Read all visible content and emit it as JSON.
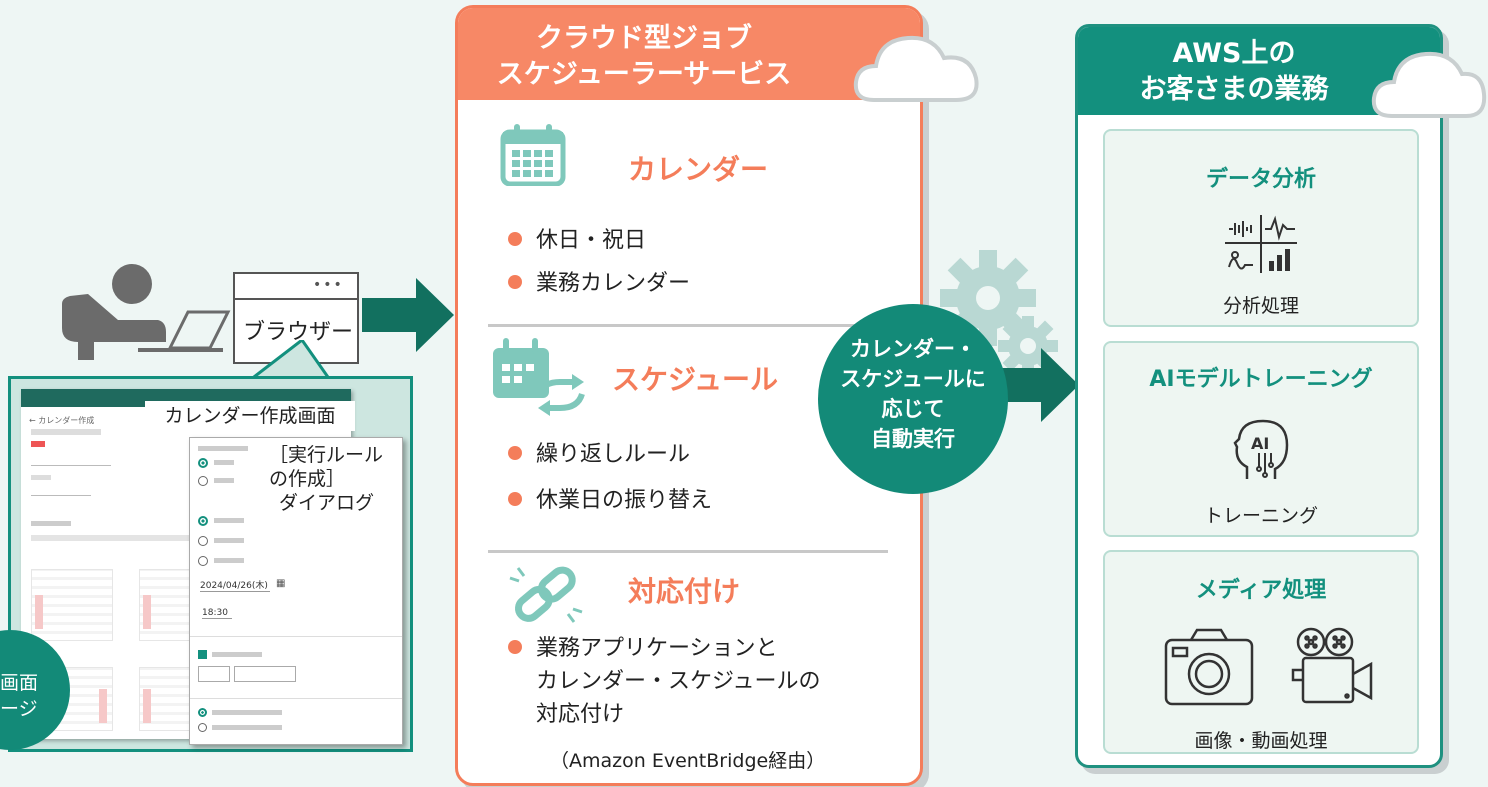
{
  "middle": {
    "title_line1": "クラウド型ジョブ",
    "title_line2": "スケジューラーサービス",
    "calendar": {
      "title": "カレンダー",
      "items": [
        "休日・祝日",
        "業務カレンダー"
      ]
    },
    "schedule": {
      "title": "スケジュール",
      "items": [
        "繰り返しルール",
        "休業日の振り替え"
      ]
    },
    "mapping": {
      "title": "対応付け",
      "item_line1": "業務アプリケーションと",
      "item_line2": "カレンダー・スケジュールの",
      "item_line3": "対応付け",
      "note": "（Amazon EventBridge経由）"
    }
  },
  "execution_badge": {
    "line1": "カレンダー・",
    "line2": "スケジュールに",
    "line3": "応じて",
    "line4": "自動実行"
  },
  "right": {
    "title_line1": "AWS上の",
    "title_line2": "お客さまの業務",
    "cards": [
      {
        "title": "データ分析",
        "label": "分析処理",
        "icon": "data-analysis-icon"
      },
      {
        "title": "AIモデルトレーニング",
        "label": "トレーニング",
        "icon": "ai-head-icon"
      },
      {
        "title": "メディア処理",
        "label": "画像・動画処理",
        "icon": "camera-icon"
      }
    ]
  },
  "left": {
    "browser_label": "ブラウザー",
    "screen_caption": "カレンダー作成画面",
    "dialog_caption_line1": "［実行ルール",
    "dialog_caption_line2": "の作成］",
    "dialog_caption_line3": "ダイアログ",
    "badge_line1": "画面",
    "badge_line2": "ージ",
    "dialog_date": "2024/04/26(木)",
    "dialog_time": "18:30"
  },
  "colors": {
    "orange": "#f47d5a",
    "teal": "#13907e",
    "background": "#eef6f4"
  }
}
